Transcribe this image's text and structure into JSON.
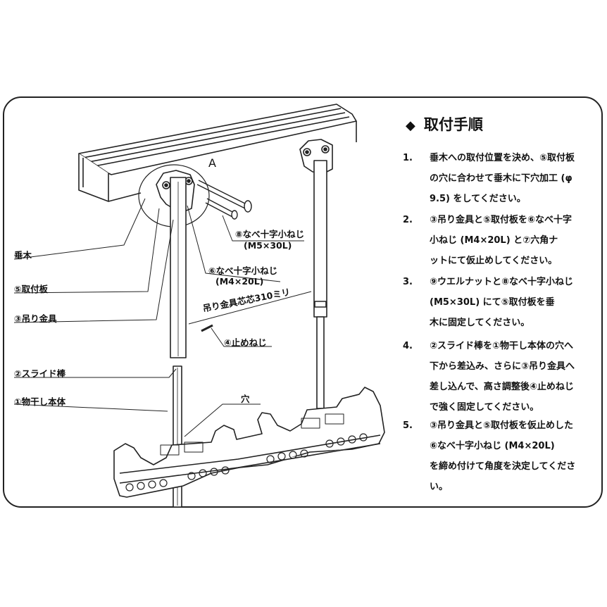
{
  "diagram": {
    "detail_marker": "A",
    "labels": {
      "taruki": "垂木",
      "toritsuke_ita": "⑤取付板",
      "tsuri_kanagu": "③吊り金具",
      "slide_bou": "②スライド棒",
      "monohoshi_hontai": "①物干し本体",
      "ana": "穴",
      "screw_m5_name": "⑧なべ十字小ねじ",
      "screw_m5_size": "(M5×30L)",
      "screw_m4_name": "⑥なべ十字小ねじ",
      "screw_m4_size": "(M4×20L)",
      "spacing": "吊り金具芯芯310ミリ",
      "tome_neji": "④止めねじ"
    }
  },
  "instructions": {
    "bullet": "◆",
    "title": "取付手順",
    "steps": [
      {
        "num": "1.",
        "lines": [
          "垂木への取付位置を決め、⑤取付板",
          "の穴に合わせて垂木に下穴加工 (φ",
          "9.5) をしてください。"
        ]
      },
      {
        "num": "2.",
        "lines": [
          "③吊り金具と⑤取付板を⑥なべ十字",
          "小ねじ (M4×20L) と⑦六角ナ",
          "ットにて仮止めしてください。"
        ]
      },
      {
        "num": "3.",
        "lines": [
          "⑨ウエルナットと⑧なべ十字小ねじ",
          "(M5×30L) にて⑤取付板を垂",
          "木に固定してください。"
        ]
      },
      {
        "num": "4.",
        "lines": [
          "②スライド棒を①物干し本体の穴へ",
          "下から差込み、さらに③吊り金具へ",
          "差し込んで、高さ調整後④止めねじ",
          "で強く固定してください。"
        ]
      },
      {
        "num": "5.",
        "lines": [
          "③吊り金具と⑤取付板を仮止めした",
          "⑥なべ十字小ねじ (M4×20L)",
          "を締め付けて角度を決定してくださ",
          "い。"
        ]
      }
    ]
  }
}
